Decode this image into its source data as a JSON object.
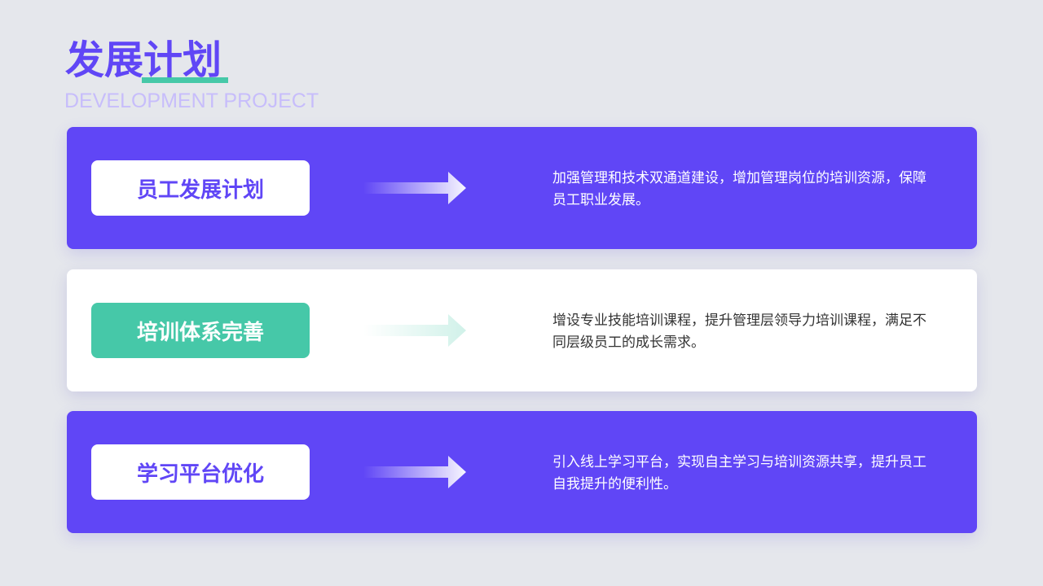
{
  "header": {
    "title": "发展计划",
    "subtitle": "DEVELOPMENT PROJECT"
  },
  "colors": {
    "primary": "#6046f6",
    "accent": "#46c8a8",
    "background": "#e5e7ec",
    "subtitle": "#c7bdfb"
  },
  "items": [
    {
      "label": "员工发展计划",
      "arrow_icon": "right-arrow-icon",
      "description": "加强管理和技术双通道建设，增加管理岗位的培训资源，保障员工职业发展。"
    },
    {
      "label": "培训体系完善",
      "arrow_icon": "right-arrow-icon",
      "description": "增设专业技能培训课程，提升管理层领导力培训课程，满足不同层级员工的成长需求。"
    },
    {
      "label": "学习平台优化",
      "arrow_icon": "right-arrow-icon",
      "description": "引入线上学习平台，实现自主学习与培训资源共享，提升员工自我提升的便利性。"
    }
  ]
}
